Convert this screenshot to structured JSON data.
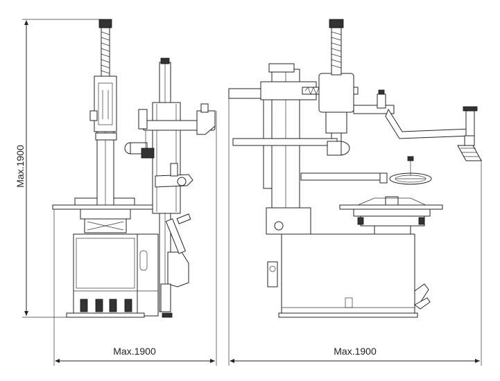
{
  "dimensions": {
    "height_label": "Max.1900",
    "side_width_label": "Max.1900",
    "front_width_label": "Max.1900"
  },
  "colors": {
    "line": "#222222",
    "background": "#ffffff"
  }
}
